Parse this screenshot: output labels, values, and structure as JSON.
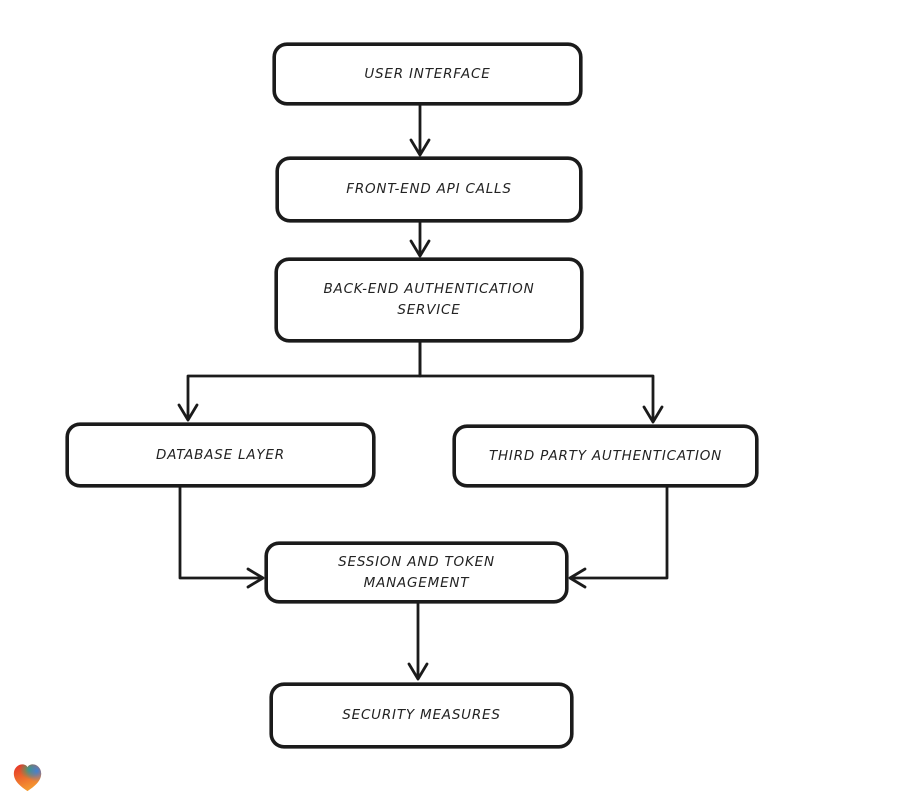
{
  "canvas": {
    "background": "#ffffff",
    "stroke_color": "#1b1b1b",
    "style": "hand-drawn flowchart"
  },
  "diagram": {
    "type": "flowchart",
    "direction": "top-down",
    "nodes": [
      {
        "id": "user-interface",
        "label": "USER INTERFACE"
      },
      {
        "id": "front-end-api-calls",
        "label": "FRONT-END API CALLS"
      },
      {
        "id": "back-end-authentication-service",
        "label": "BACK-END AUTHENTICATION\nSERVICE"
      },
      {
        "id": "database-layer",
        "label": "DATABASE LAYER"
      },
      {
        "id": "third-party-authentication",
        "label": "THIRD PARTY AUTHENTICATION"
      },
      {
        "id": "session-and-token-management",
        "label": "SESSION AND TOKEN\nMANAGEMENT"
      },
      {
        "id": "security-measures",
        "label": "SECURITY MEASURES"
      }
    ],
    "edges": [
      {
        "from": "user-interface",
        "to": "front-end-api-calls"
      },
      {
        "from": "front-end-api-calls",
        "to": "back-end-authentication-service"
      },
      {
        "from": "back-end-authentication-service",
        "to": "database-layer"
      },
      {
        "from": "back-end-authentication-service",
        "to": "third-party-authentication"
      },
      {
        "from": "database-layer",
        "to": "session-and-token-management"
      },
      {
        "from": "third-party-authentication",
        "to": "session-and-token-management"
      },
      {
        "from": "session-and-token-management",
        "to": "security-measures"
      }
    ]
  },
  "brand": {
    "logo": "heart-gradient",
    "heart_colors": {
      "red": "#e53428",
      "teal": "#2aa678",
      "blue": "#3b82d9",
      "orange": "#f59d31"
    }
  }
}
